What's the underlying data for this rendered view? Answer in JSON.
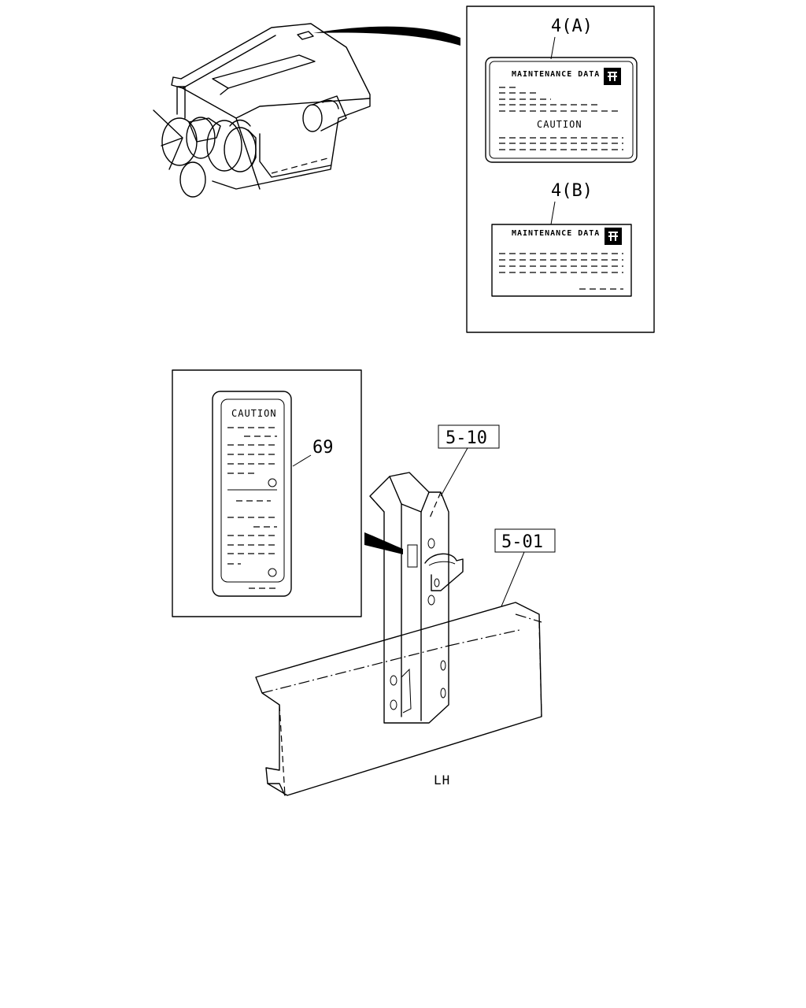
{
  "labels": {
    "ref_4a": "4(A)",
    "ref_4b": "4(B)",
    "ref_69": "69",
    "ref_5_10": "5-10",
    "ref_5_01": "5-01",
    "side": "LH"
  },
  "label_4a": {
    "heading": "MAINTENANCE DATA",
    "caution": "CAUTION"
  },
  "label_4b": {
    "heading": "MAINTENANCE DATA"
  },
  "label_69": {
    "caution": "CAUTION"
  },
  "icons": [
    "isuzu-logo-icon"
  ]
}
